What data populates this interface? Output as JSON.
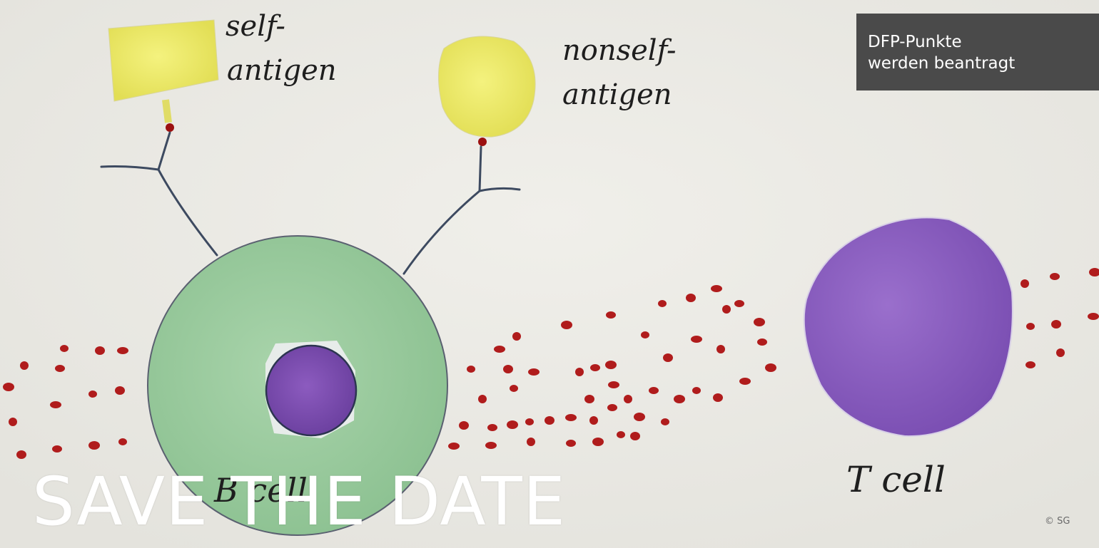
{
  "illustration": {
    "self_antigen_label": [
      "self-",
      "antigen"
    ],
    "nonself_antigen_label": [
      "nonself-",
      "antigen"
    ],
    "b_cell_label": "B cell",
    "t_cell_label": "T cell",
    "colors": {
      "paper": "#ecebe6",
      "antigen_yellow": "#ecea6a",
      "b_cell_green": "#9fcca0",
      "nucleus_purple": "#7b4fb0",
      "t_cell_purple": "#8a5ec0",
      "dots_red": "#b01c1c",
      "receptor_line": "#3d4a60"
    }
  },
  "badge": {
    "lines": [
      "DFP-Punkte",
      "werden beantragt"
    ],
    "background": "#4a4a4a"
  },
  "headline": "SAVE THE DATE",
  "credit": "© SG"
}
